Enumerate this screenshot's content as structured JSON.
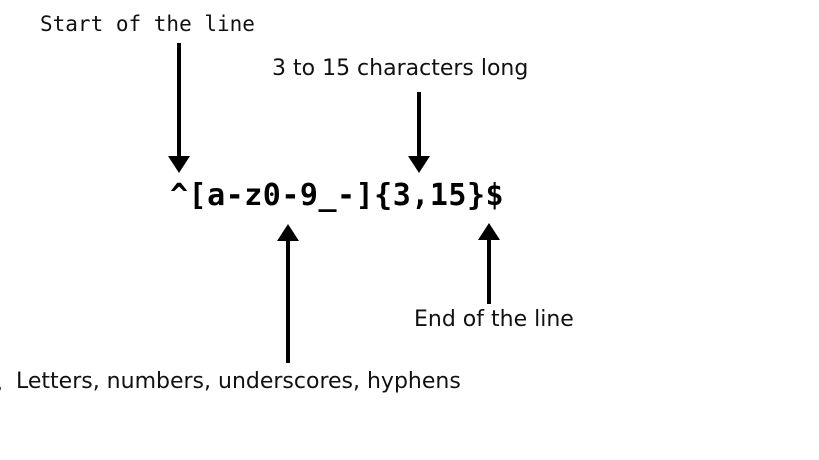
{
  "diagram": {
    "title_text": "^[a-z0-9_-]{3,15}$",
    "background_color": "#ffffff",
    "ink_color": "#000000",
    "annotations": [
      {
        "id": "start-of-line",
        "text": "Start of the line",
        "font_style": "monospace",
        "points_to": "^",
        "arrow_direction": "down"
      },
      {
        "id": "length-quantifier",
        "text": "3 to 15 characters long",
        "font_style": "sans-serif",
        "points_to": "{3,15}",
        "arrow_direction": "down"
      },
      {
        "id": "character-class",
        "text": "Letters, numbers, underscores, hyphens",
        "font_style": "sans-serif",
        "points_to": "[a-z0-9_-]",
        "arrow_direction": "up"
      },
      {
        "id": "end-of-line",
        "text": "End of the line",
        "font_style": "sans-serif",
        "points_to": "$",
        "arrow_direction": "up"
      }
    ],
    "edge_fragment": ","
  }
}
